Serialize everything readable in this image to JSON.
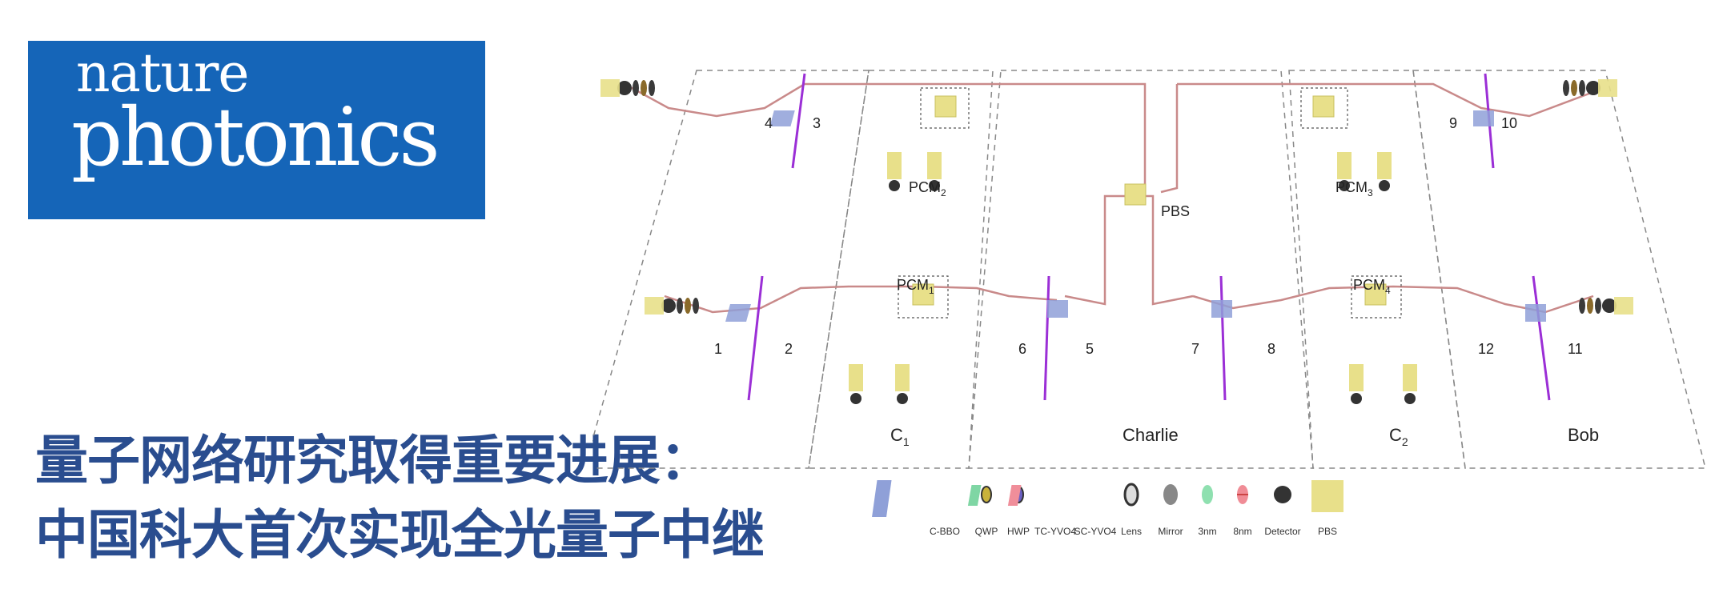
{
  "logo": {
    "line1": "nature",
    "line2": "photonics"
  },
  "headline": {
    "line1": "量子网络研究取得重要进展：",
    "line2": "中国科大首次实现全光量子中继"
  },
  "diagram": {
    "parties": {
      "c1": "C",
      "c1_sub": "1",
      "charlie": "Charlie",
      "c2": "C",
      "c2_sub": "2",
      "bob": "Bob"
    },
    "pcm": [
      {
        "main": "PCM",
        "sub": "2"
      },
      {
        "main": "PCM",
        "sub": "1"
      },
      {
        "main": "PCM",
        "sub": "3"
      },
      {
        "main": "PCM",
        "sub": "4"
      }
    ],
    "pbs": "PBS",
    "numbers": [
      "1",
      "2",
      "3",
      "4",
      "5",
      "6",
      "7",
      "8",
      "9",
      "10",
      "11",
      "12"
    ],
    "legend": [
      {
        "label": "C-BBO",
        "icon": "crystal-prism-icon",
        "color": "#8fa0d8"
      },
      {
        "label": "QWP",
        "icon": "qwp-icon",
        "color": "#c9b23a"
      },
      {
        "label": "HWP",
        "icon": "hwp-icon",
        "color": "#6a5fc4"
      },
      {
        "label": "TC-YVO4",
        "icon": "tc-yvo4-icon",
        "color": "#7fd6a4"
      },
      {
        "label": "SC-YVO4",
        "icon": "sc-yvo4-icon",
        "color": "#f08e9a"
      },
      {
        "label": "Lens",
        "icon": "lens-icon",
        "color": "#555555"
      },
      {
        "label": "Mirror",
        "icon": "mirror-icon",
        "color": "#888888"
      },
      {
        "label": "3nm",
        "icon": "filter-3nm-icon",
        "color": "#8fe0b0"
      },
      {
        "label": "8nm",
        "icon": "filter-8nm-icon",
        "color": "#f08c96"
      },
      {
        "label": "Detector",
        "icon": "detector-icon",
        "color": "#333333"
      },
      {
        "label": "PBS",
        "icon": "pbs-cube-icon",
        "color": "#e8e08a"
      }
    ],
    "colors": {
      "beam": "#c98a8a",
      "pump": "#9b2fd6",
      "dash": "#888888"
    }
  }
}
